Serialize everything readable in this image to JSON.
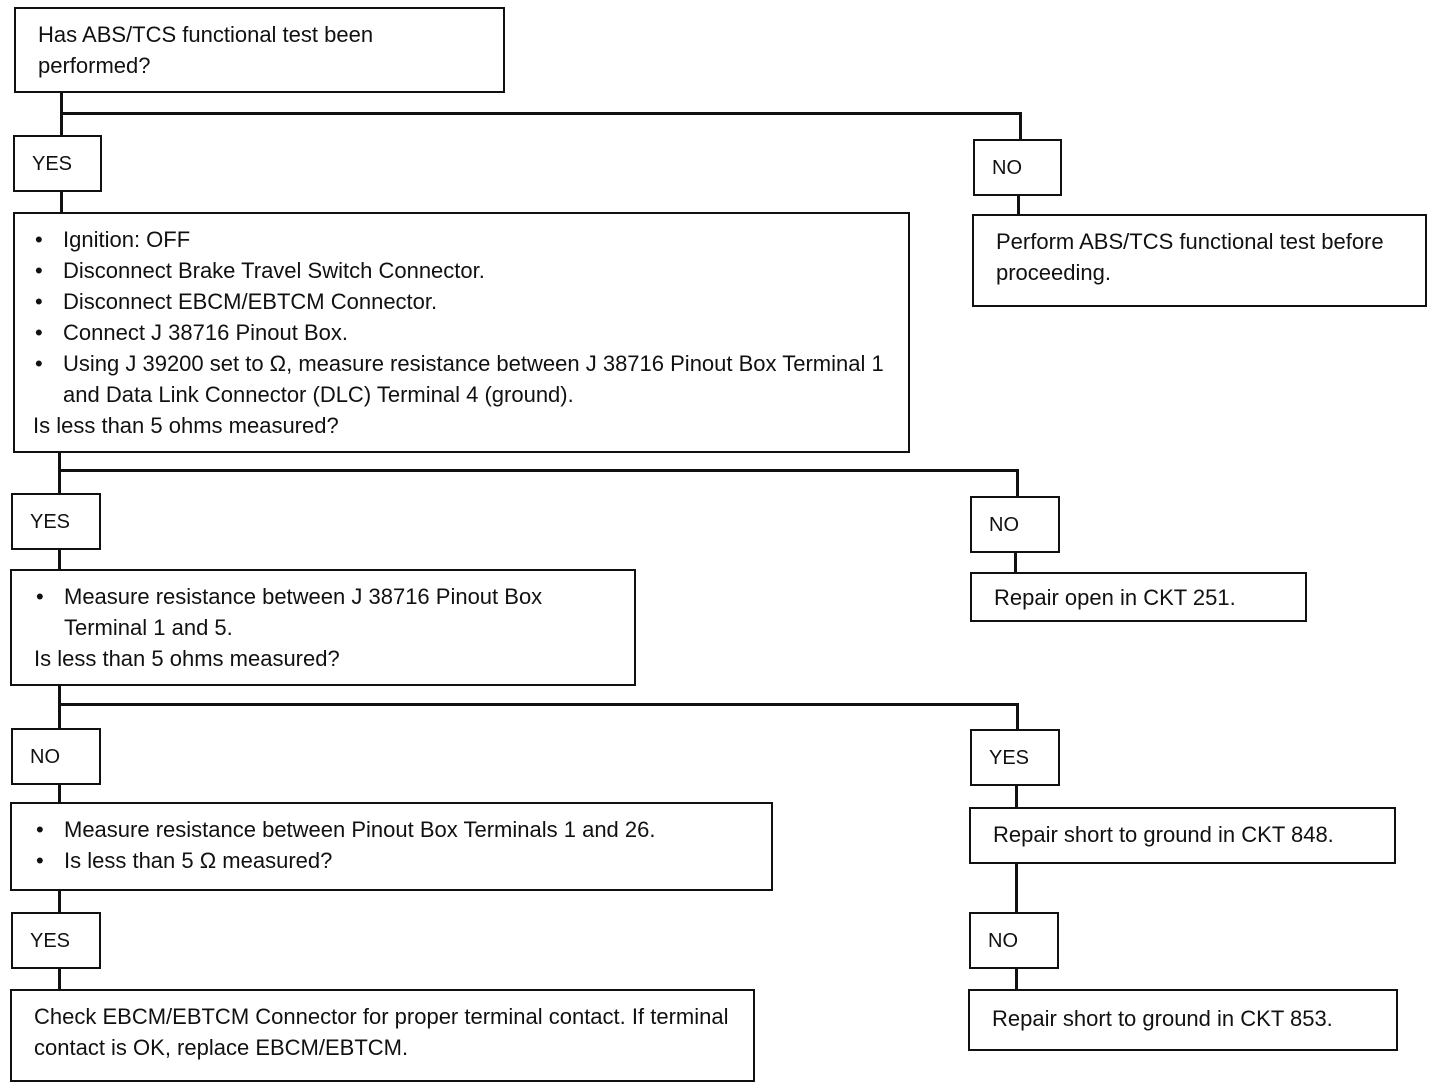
{
  "colors": {
    "ink": "#111111",
    "paper": "#ffffff"
  },
  "flowchart": {
    "q_functional_test": "Has ABS/TCS functional test been performed?",
    "step1_bullets": [
      "Ignition:  OFF",
      "Disconnect Brake Travel Switch Connector.",
      "Disconnect EBCM/EBTCM Connector.",
      "Connect J 38716 Pinout Box.",
      "Using J 39200 set to Ω, measure resistance between J 38716 Pinout Box Terminal 1 and Data Link Connector (DLC) Terminal 4 (ground)."
    ],
    "step1_question": "Is less than 5 ohms measured?",
    "perform_test": "Perform ABS/TCS functional test before proceeding.",
    "step2_bullets": [
      "Measure resistance between J 38716 Pinout Box Terminal 1 and 5."
    ],
    "step2_question": "Is less than 5 ohms measured?",
    "repair_251": "Repair open in CKT 251.",
    "step3_bullets": [
      "Measure resistance between Pinout Box Terminals 1 and 26.",
      "Is less than 5 Ω measured?"
    ],
    "repair_848": "Repair short to ground in CKT 848.",
    "repair_853": "Repair short to ground in CKT 853.",
    "final_check": "Check EBCM/EBTCM Connector for proper terminal contact. If terminal contact is OK, replace EBCM/EBTCM.",
    "labels": {
      "yes_1": "YES",
      "no_1": "NO",
      "yes_2": "YES",
      "no_2": "NO",
      "no_3": "NO",
      "yes_3": "YES",
      "yes_4": "YES",
      "no_4": "NO"
    }
  }
}
